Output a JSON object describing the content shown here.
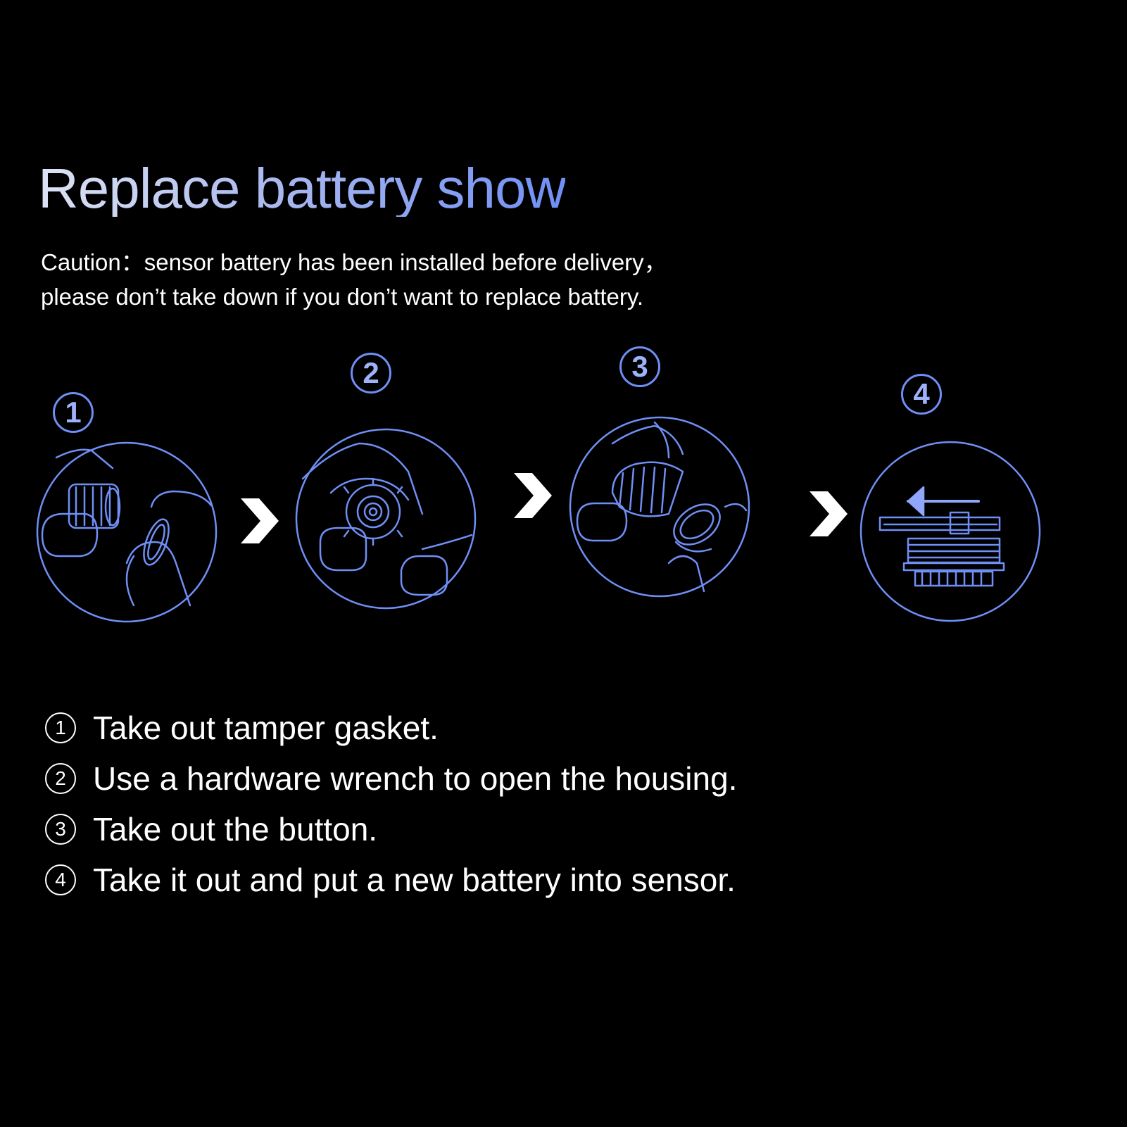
{
  "title": "Replace battery show",
  "caution": {
    "line1": "Caution：sensor battery has been installed before delivery，",
    "line2": "please don’t take down if you don’t want to replace battery."
  },
  "badges": [
    "1",
    "2",
    "3",
    "4"
  ],
  "steps": [
    {
      "num": "1",
      "text": "Take out tamper gasket."
    },
    {
      "num": "2",
      "text": "Use a hardware wrench to open the housing."
    },
    {
      "num": "3",
      "text": "Take out the button."
    },
    {
      "num": "4",
      "text": "Take it out  and put a new battery into sensor."
    }
  ],
  "colors": {
    "background": "#000000",
    "line": "#6f8ff5",
    "arrow": "#ffffff"
  },
  "icons": [
    "remove-gasket-icon",
    "wrench-open-icon",
    "take-out-button-icon",
    "insert-battery-icon",
    "chevron-right-icon"
  ]
}
